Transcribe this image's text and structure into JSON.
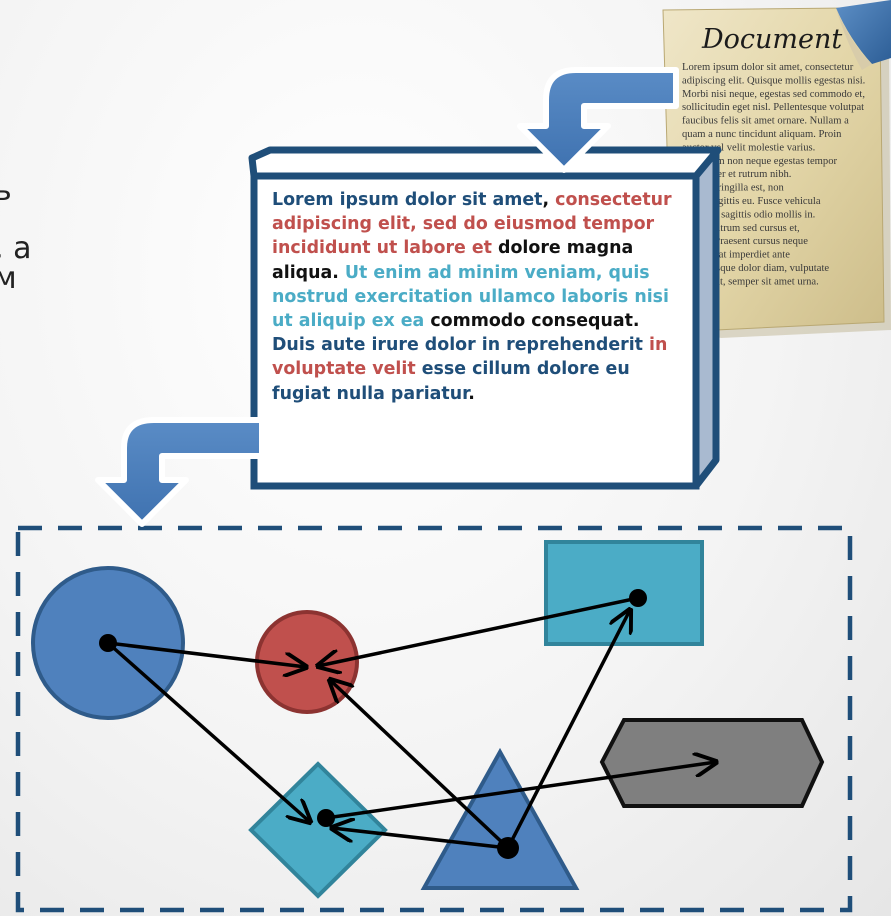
{
  "document_note": {
    "title": "Document",
    "lines": [
      "Lorem ipsum dolor sit amet, consectetur",
      "adipiscing elit. Quisque mollis egestas nisi.",
      "Morbi nisi neque, egestas sed commodo et,",
      "sollicitudin eget nisl. Pellentesque volutpat",
      "faucibus felis sit amet ornare. Nullam a",
      "quam a nunc tincidunt aliquam. Proin",
      "auctor vel velit molestie varius.",
      "Nunc sem non neque egestas tempor",
      "in. Integer et rutrum nibh.",
      "blandit fringilla est, non",
      "libero sagittis eu. Fusce vehicula",
      "dui, eget sagittis odio mollis in.",
      "ligula, rutrum sed cursus et,",
      "sapien. Praesent cursus neque",
      "aliquam at imperdiet ante",
      "Pellentesque dolor diam, vulputate",
      "semper at, semper sit amet urna."
    ]
  },
  "side_text": [
    "ь",
    ", а",
    "м"
  ],
  "box": {
    "segments": [
      {
        "text": "Lorem ipsum dolor sit amet",
        "color": "navy"
      },
      {
        "text": ", ",
        "color": "black"
      },
      {
        "text": "consectetur adipiscing elit, sed do eiusmod tempor incididunt ut labore et ",
        "color": "red"
      },
      {
        "text": "dolore magna aliqua. ",
        "color": "black"
      },
      {
        "text": "Ut enim ad minim veniam, quis nostrud exercitation ullamco laboris nisi ut aliquip ex ea ",
        "color": "teal"
      },
      {
        "text": "commodo consequat. ",
        "color": "black"
      },
      {
        "text": "Duis aute irure dolor in reprehenderit ",
        "color": "navy"
      },
      {
        "text": "in voluptate velit ",
        "color": "red"
      },
      {
        "text": "esse cillum dolore eu fugiat nulla pariatur",
        "color": "navy"
      },
      {
        "text": ".",
        "color": "black"
      }
    ]
  },
  "colors": {
    "navy": "#1f4e79",
    "red": "#c0504d",
    "teal": "#4bacc6",
    "blue": "#4f81bd",
    "gray": "#7f7f7f",
    "black": "#111111"
  },
  "diagram": {
    "nodes": [
      {
        "id": "big-circle",
        "shape": "circle",
        "color": "blue"
      },
      {
        "id": "small-circle",
        "shape": "circle",
        "color": "red"
      },
      {
        "id": "rectangle",
        "shape": "rectangle",
        "color": "teal"
      },
      {
        "id": "hexagon",
        "shape": "hexagon",
        "color": "gray"
      },
      {
        "id": "diamond",
        "shape": "diamond",
        "color": "teal"
      },
      {
        "id": "triangle",
        "shape": "triangle",
        "color": "blue"
      }
    ],
    "edges": [
      {
        "from": "big-circle",
        "to": "small-circle"
      },
      {
        "from": "big-circle",
        "to": "diamond"
      },
      {
        "from": "rectangle",
        "to": "small-circle"
      },
      {
        "from": "triangle",
        "to": "rectangle"
      },
      {
        "from": "triangle",
        "to": "small-circle"
      },
      {
        "from": "triangle",
        "to": "diamond"
      },
      {
        "from": "diamond",
        "to": "hexagon"
      }
    ]
  }
}
